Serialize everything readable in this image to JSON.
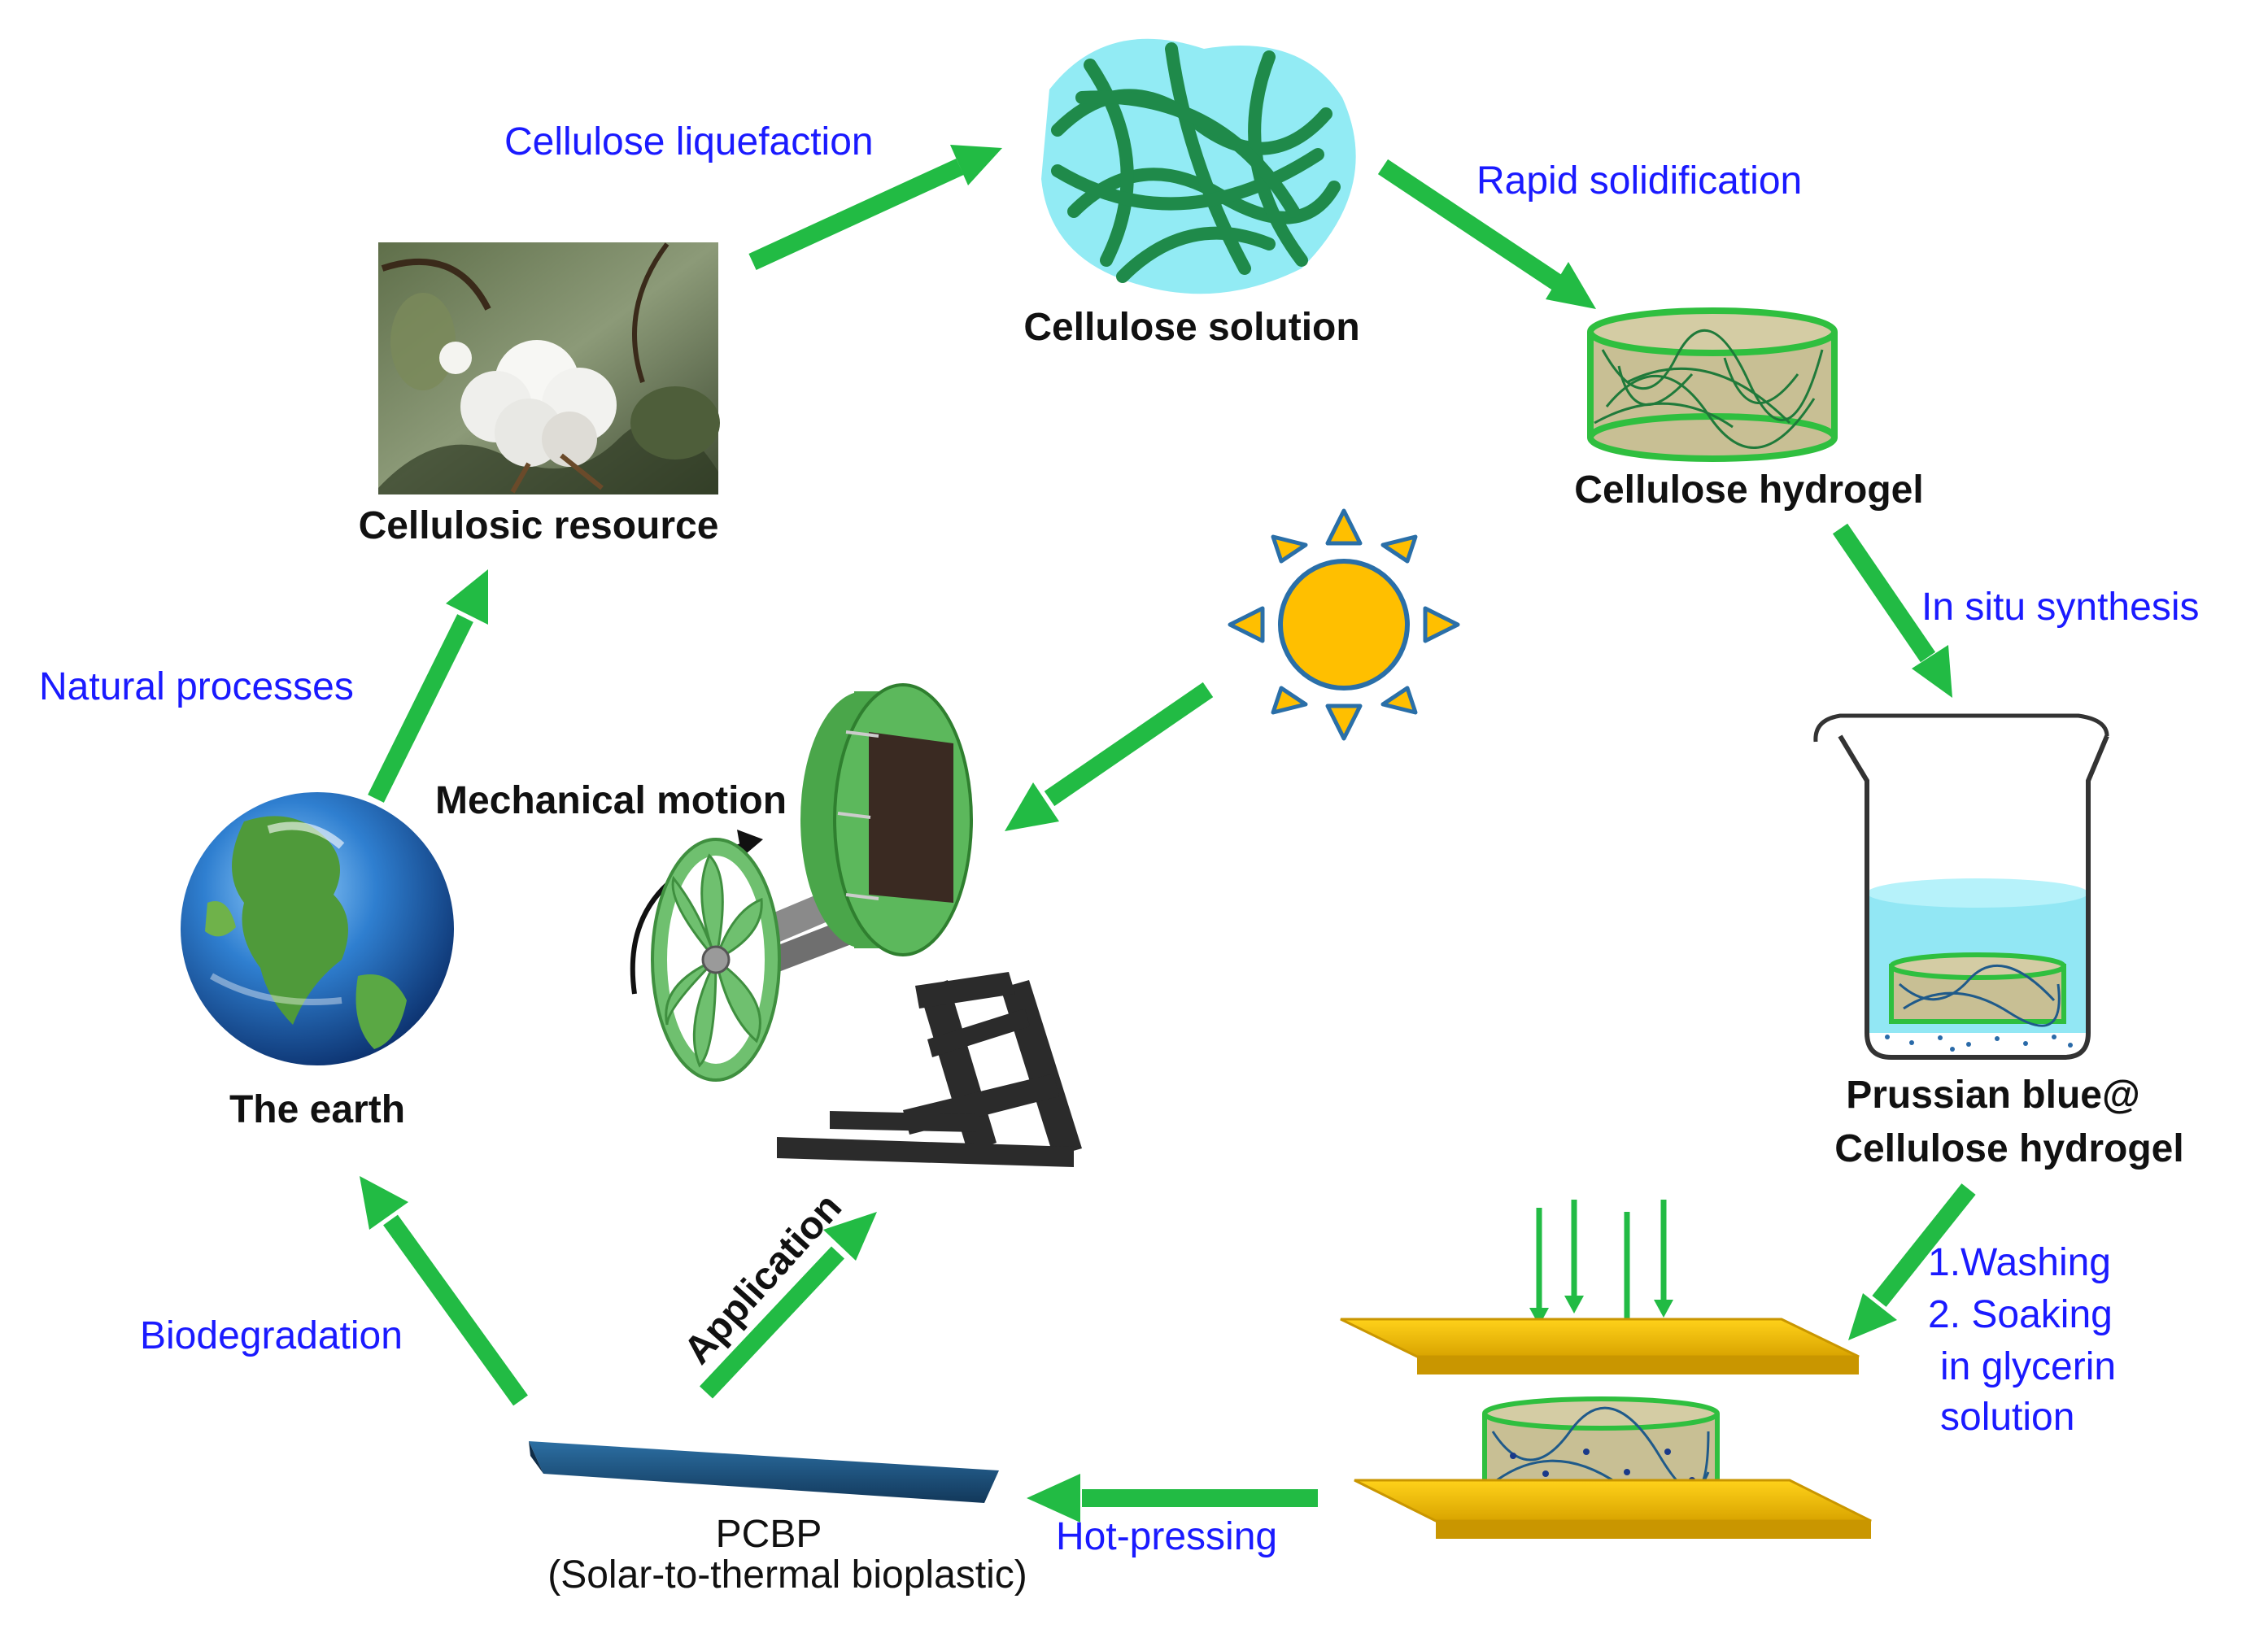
{
  "colors": {
    "arrow": "#22bb44",
    "process_label": "#1a1aff",
    "stage_label": "#111111",
    "sun_fill": "#ffbf00",
    "sun_stroke": "#2a6fa8",
    "press_plate": "#f5c200",
    "gel_fill": "#c8bf94",
    "gel_border": "#2fbf3f",
    "water": "#7fe3f2",
    "bioplastic": "#1b4f7a",
    "stand": "#2b2b2b",
    "fan": "#6fc06f"
  },
  "processes": {
    "liquefaction": "Cellulose liquefaction",
    "solidification": "Rapid solidification",
    "synthesis": "In situ synthesis",
    "washing_1": "1.Washing",
    "washing_2": "2. Soaking",
    "washing_3": "in glycerin",
    "washing_4": "solution",
    "hot_pressing": "Hot-pressing",
    "biodegradation": "Biodegradation",
    "natural": "Natural processes",
    "application": "Application"
  },
  "stages": {
    "solution": "Cellulose solution",
    "hydrogel": "Cellulose hydrogel",
    "pb_line1": "Prussian blue@",
    "pb_line2": "Cellulose hydrogel",
    "pcbp_line1": "PCBP",
    "pcbp_line2": "(Solar-to-thermal bioplastic)",
    "earth": "The earth",
    "resource": "Cellulosic resource",
    "motion": "Mechanical motion"
  },
  "icons": [
    "cotton-photo-icon",
    "fiber-tangle-icon",
    "hydrogel-disk-icon",
    "beaker-icon",
    "hot-press-icon",
    "bioplastic-strip-icon",
    "earth-globe-icon",
    "sun-icon",
    "solar-engine-icon"
  ]
}
